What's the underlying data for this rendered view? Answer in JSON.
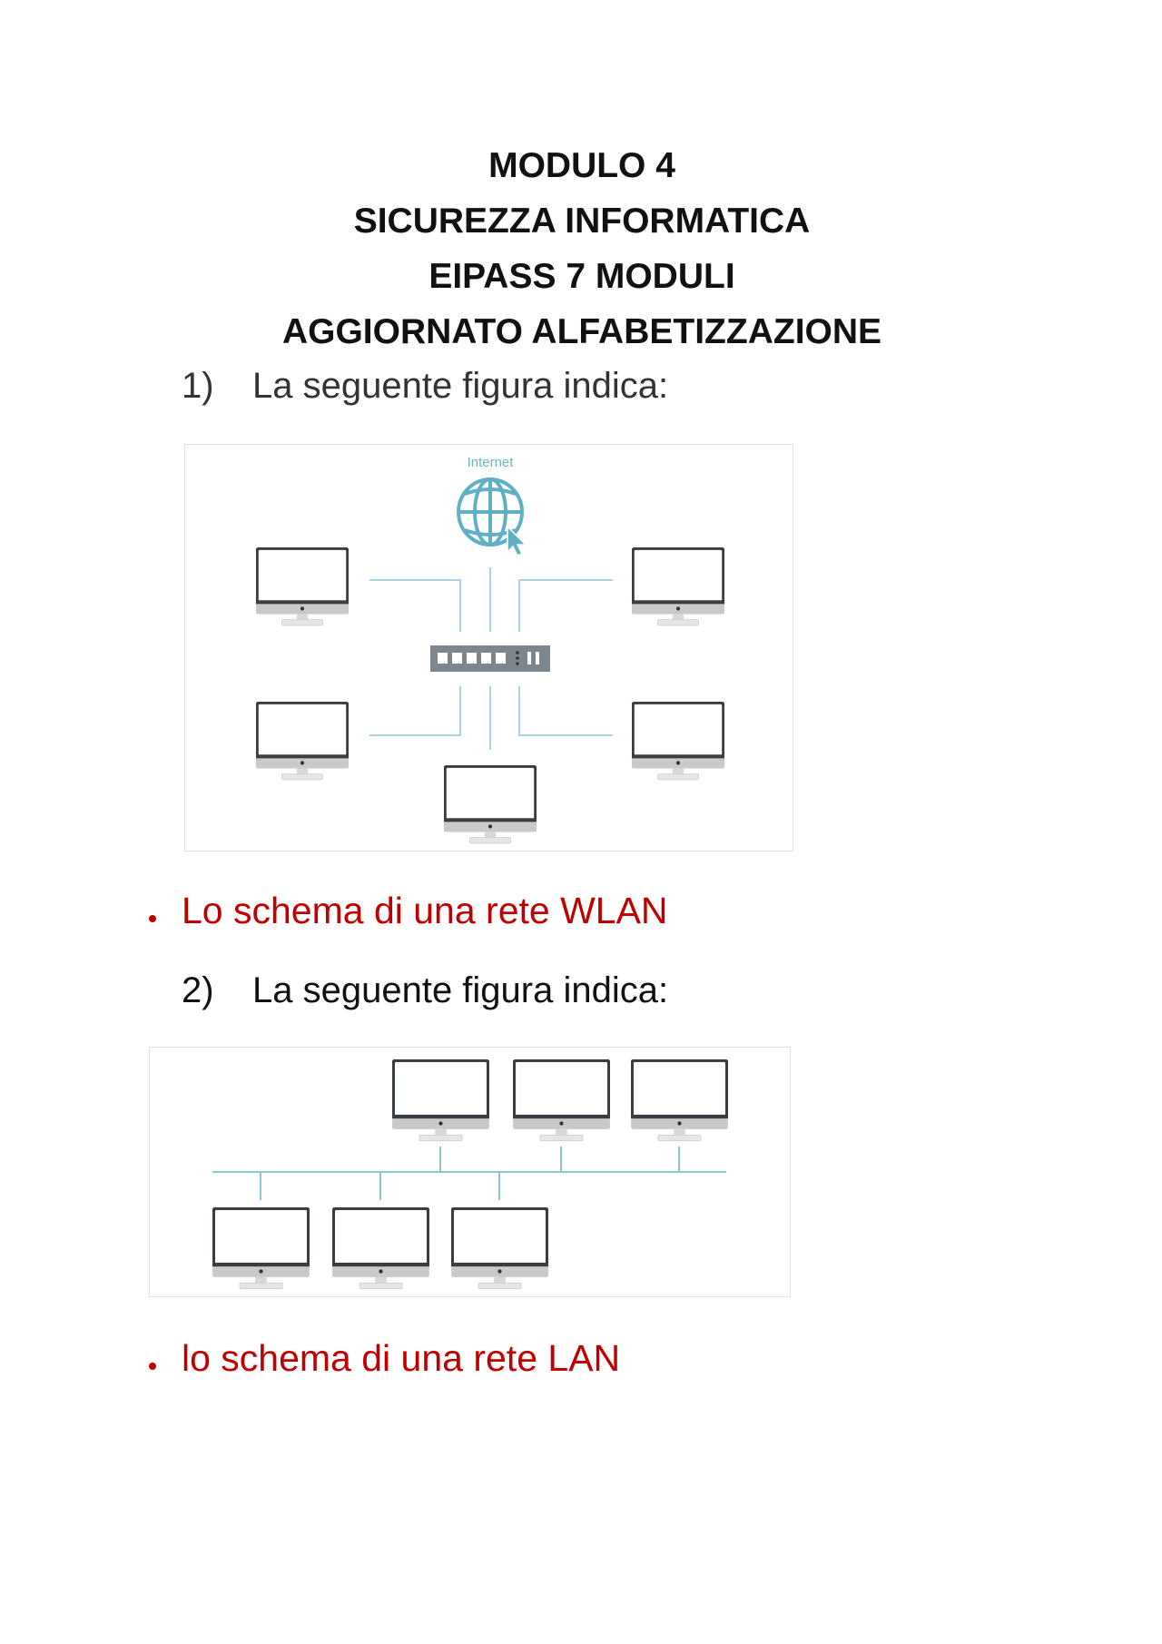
{
  "header": {
    "title_lines": [
      "MODULO 4",
      "SICUREZZA INFORMATICA",
      "EIPASS 7 MODULI",
      "AGGIORNATO ALFABETIZZAZIONE"
    ]
  },
  "questions": [
    {
      "number": "1)",
      "text": "La seguente figura indica:",
      "figure": {
        "label": "Internet",
        "type": "star network with switch and internet globe",
        "computers": 5
      },
      "answer": "Lo schema di una rete WLAN"
    },
    {
      "number": "2)",
      "text": "La seguente figura indica:",
      "figure": {
        "type": "bus network",
        "computers": 6
      },
      "answer": "lo schema di una rete LAN"
    }
  ],
  "colors": {
    "answer": "#c00000",
    "line": "#8cc6d3",
    "globe": "#5fb0c4",
    "monitor": "#3a3d42"
  }
}
